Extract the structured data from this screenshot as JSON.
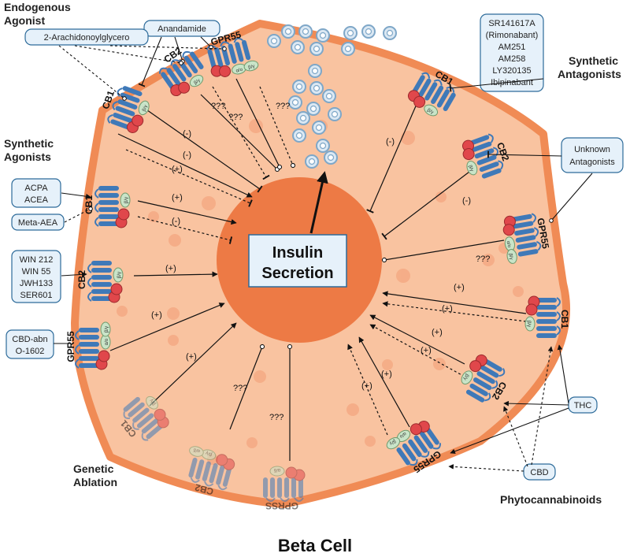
{
  "title": "Beta Cell",
  "center": {
    "line1": "Insulin",
    "line2": "Secretion"
  },
  "groups": {
    "endogenous_line1": "Endogenous",
    "endogenous_line2": "Agonist",
    "synthetic_agonists_line1": "Synthetic",
    "synthetic_agonists_line2": "Agonists",
    "synthetic_antagonists_line1": "Synthetic",
    "synthetic_antagonists_line2": "Antagonists",
    "genetic_line1": "Genetic",
    "genetic_line2": "Ablation",
    "phytocannabinoids": "Phytocannabinoids"
  },
  "boxes": {
    "anandamide": "Anandamide",
    "two_ag": "2-Arachidonoylglycero",
    "acpa": "ACPA",
    "acea": "ACEA",
    "meta_aea": "Meta-AEA",
    "win212": "WIN 212",
    "win55": "WIN 55",
    "jwh133": "JWH133",
    "ser601": "SER601",
    "cbd_abn": "CBD-abn",
    "o1602": "O-1602",
    "antagonists": [
      "SR141617A",
      "(Rimonabant)",
      "AM251",
      "AM258",
      "LY320135",
      "Ibipinabant"
    ],
    "unknown1": "Unknown",
    "unknown2": "Antagonists",
    "thc": "THC",
    "cbd": "CBD"
  },
  "receptors": {
    "cb1": "CB1",
    "cb2": "CB2",
    "gpr55": "GPR55",
    "gpr55_alt": "GPRSS"
  },
  "subunits": {
    "ab": "α/β",
    "by": "β/γ",
    "ao": "α/o",
    "ad": "α/δ"
  },
  "effects": {
    "plus": "(+)",
    "minus": "(-)",
    "unknown": "???"
  },
  "colors": {
    "cell_fill": "#f9c3a0",
    "cell_border": "#f08b55",
    "nucleus": "#ed7a45",
    "receptor_blue": "#3f79b8",
    "subunit_red": "#e0474b",
    "subunit_green": "#c9e4c8",
    "box_fill": "#e6f1fa",
    "box_stroke": "#2d6b9a"
  }
}
